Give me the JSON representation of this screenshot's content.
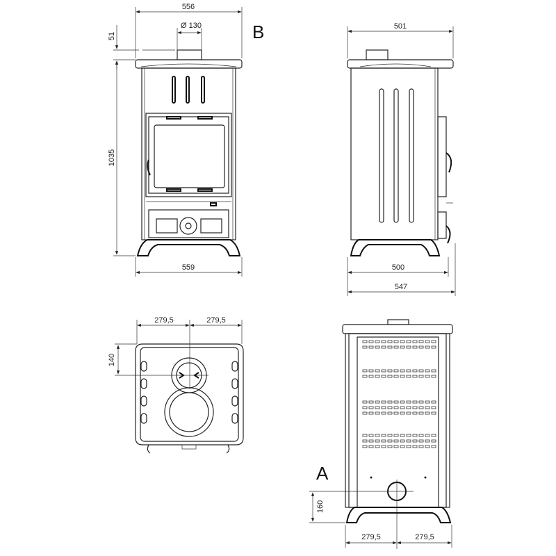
{
  "views": {
    "front": {
      "width_top": "556",
      "flue_diameter": "Ø 130",
      "flue_height": "51",
      "height": "1035",
      "width_bottom": "559",
      "label": "B"
    },
    "side": {
      "width_top": "501",
      "depth_feet": "500",
      "depth_total": "547"
    },
    "top": {
      "half_left": "279,5",
      "half_right": "279,5",
      "flue_offset": "140"
    },
    "rear": {
      "label": "A",
      "outlet_height": "160",
      "half_left": "279,5",
      "half_right": "279,5"
    }
  }
}
